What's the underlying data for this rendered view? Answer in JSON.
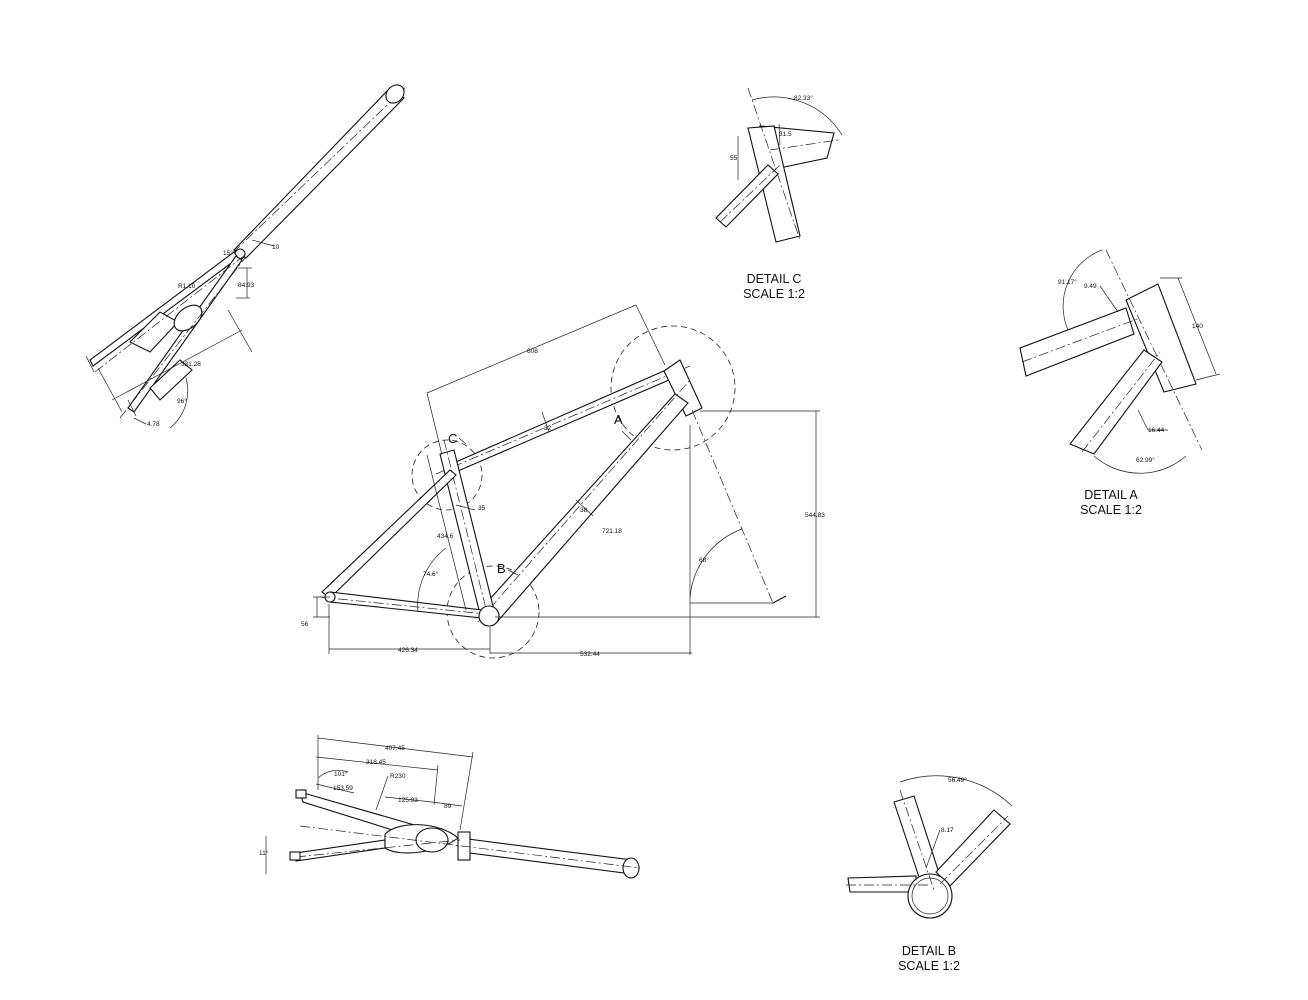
{
  "drawing": {
    "main_view": {
      "dims": {
        "top_tube": "608",
        "top_tube_od": "32",
        "down_tube_od": "38",
        "down_tube_len": "721.18",
        "seat_tube_len": "434.6",
        "seat_tube_od": "35",
        "stack": "544.83",
        "chainstay": "426.34",
        "reach": "532.44",
        "bb_drop": "56",
        "head_angle": "68°",
        "seat_angle": "74.6°"
      },
      "callouts": {
        "a": "A",
        "b": "B",
        "c": "C"
      }
    },
    "rear_view_top": {
      "dims": {
        "d10": "10",
        "d15": "15°",
        "d84": "84.93",
        "r": "R1.10",
        "d331": "331.28",
        "d96": "96°",
        "d4": "4.78"
      }
    },
    "rear_view_bottom": {
      "dims": {
        "d407": "407.45",
        "d318": "318.45",
        "d101": "101°",
        "r230": "R230",
        "d153": "153.59",
        "d125": "125.93",
        "d89": "89",
        "d11": "11°"
      }
    },
    "detail_c": {
      "dims": {
        "angle": "82.33°",
        "d31": "31.5",
        "d55": "55"
      },
      "title": "DETAIL C",
      "scale": "SCALE 1:2"
    },
    "detail_a": {
      "dims": {
        "angle": "91.17°",
        "d9": "9.49",
        "d140": "140",
        "d16": "16.44",
        "angle2": "62.99°"
      },
      "title": "DETAIL A",
      "scale": "SCALE 1:2"
    },
    "detail_b": {
      "dims": {
        "angle": "56.49°",
        "d8": "8.17"
      },
      "title": "DETAIL B",
      "scale": "SCALE 1:2"
    }
  }
}
